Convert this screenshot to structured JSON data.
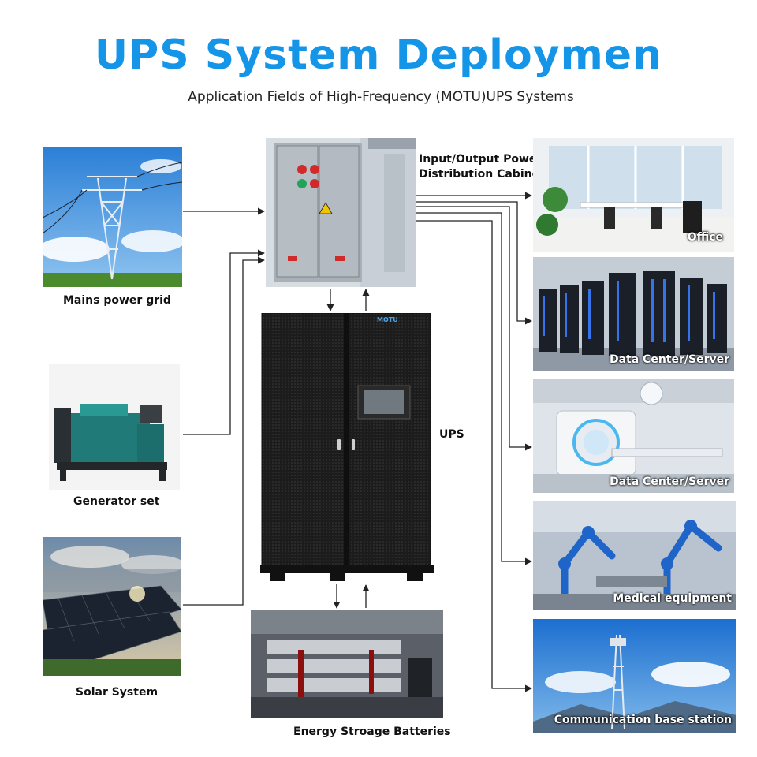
{
  "title": "UPS System Deploymen",
  "subtitle": "Application Fields of High-Frequency (MOTU)UPS Systems",
  "sources": {
    "mains": "Mains power grid",
    "generator": "Generator set",
    "solar": "Solar System"
  },
  "center": {
    "cabinet_line1": "Input/Output Power",
    "cabinet_line2": "Distribution Cabinet",
    "ups": "UPS",
    "batteries": "Energy Stroage Batteries",
    "brand": "MOTU"
  },
  "applications": {
    "office": "Office",
    "datacenter": "Data Center/Server",
    "medical_room": "Data Center/Server",
    "factory": "Medical equipment",
    "telecom": "Communication base station"
  },
  "colors": {
    "title": "#1495e8",
    "connector": "#222222",
    "ups_body": "#1c1c1c"
  }
}
